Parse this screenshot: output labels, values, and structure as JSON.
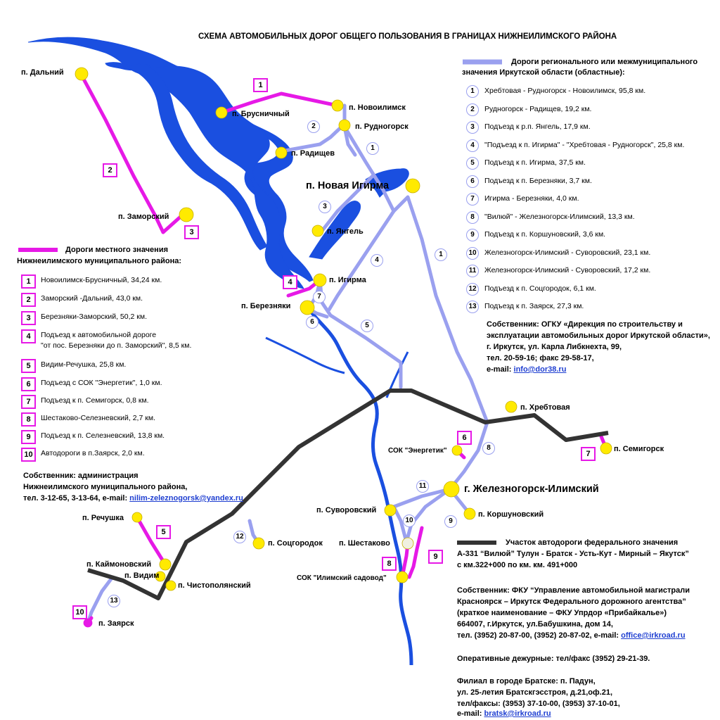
{
  "title": "СХЕМА АВТОМОБИЛЬНЫХ ДОРОГ ОБЩЕГО ПОЛЬЗОВАНИЯ В ГРАНИЦАХ НИЖНЕИЛИМСКОГО РАЙОНА",
  "colors": {
    "water": "#1a4fe0",
    "local_road": "#e619e6",
    "regional_road": "#9aa0ef",
    "federal_road": "#333333",
    "settlement": "#ffea00",
    "link": "#1f3fd1"
  },
  "places": {
    "dalniy": "п. Дальний",
    "brusnichny": "п. Брусничный",
    "novoilimsk": "п. Новоилимск",
    "rudnogorsk": "п. Рудногорск",
    "radishchev": "п. Радищев",
    "novaya_igirma": "п. Новая Игирма",
    "zamorskiy": "п. Заморский",
    "yangel": "п. Янгель",
    "igirma": "п. Игирма",
    "berezniaki": "п. Березняки",
    "khrebtovaya": "п. Хребтовая",
    "semigorsk": "п. Семигорск",
    "sok_energetik": "СОК \"Энергетик\"",
    "zheleznogorsk": "г. Железногорск-Илимский",
    "suvorovskiy": "п. Суворовский",
    "korshunovskiy": "п. Коршуновский",
    "rechushka": "п. Речушка",
    "sotsgorodok": "п. Соцгородок",
    "shestakovo": "п. Шестаково",
    "kaymonovskiy": "п. Каймоновский",
    "vidim": "п. Видим",
    "chistopolyanskiy": "п. Чистополянский",
    "sok_sadovod": "СОК \"Илимский садовод\"",
    "zayarsk": "п. Заярск"
  },
  "regional_legend": {
    "heading": "Дороги регионального или межмуниципального",
    "heading2": "значения Иркутской области (областные):",
    "items": [
      {
        "num": "1",
        "text": "Хребтовая - Рудногорск - Новоилимск, 95,8 км."
      },
      {
        "num": "2",
        "text": "Рудногорск - Радищев, 19,2 км."
      },
      {
        "num": "3",
        "text": "Подъезд к р.п. Янгель, 17,9 км."
      },
      {
        "num": "4",
        "text": "\"Подъезд к п. Игирма\" - \"Хребтовая - Рудногорск\", 25,8 км."
      },
      {
        "num": "5",
        "text": "Подъезд к п. Игирма, 37,5 км."
      },
      {
        "num": "6",
        "text": "Подъезд к п. Березняки, 3,7 км."
      },
      {
        "num": "7",
        "text": "Игирма - Березняки, 4,0 км."
      },
      {
        "num": "8",
        "text": "\"Вилюй\" - Железногорск-Илимский, 13,3 км."
      },
      {
        "num": "9",
        "text": "Подъезд к п. Коршуновский, 3,6 км."
      },
      {
        "num": "10",
        "text": "Железногорск-Илимский - Суворовский, 23,1 км."
      },
      {
        "num": "11",
        "text": "Железногорск-Илимский - Суворовский, 17,2 км."
      },
      {
        "num": "12",
        "text": "Подъезд к п. Соцгородок, 6,1 км."
      },
      {
        "num": "13",
        "text": "Подъезд к п. Заярск, 27,3 км."
      }
    ],
    "owner": [
      "Собственник: ОГКУ «Дирекция по строительству и",
      "эксплуатации автомобильных дорог Иркутской области»,",
      "г. Иркутск, ул. Карла Либкнехта, 99,",
      "тел. 20-59-16; факс 29-58-17,"
    ],
    "email_label": "e-mail: ",
    "email": "info@dor38.ru"
  },
  "local_legend": {
    "heading": "Дороги местного значения",
    "heading2": "Нижнеилимского муниципального района:",
    "items": [
      {
        "num": "1",
        "text": "Новоилимск-Брусничный, 34,24 км."
      },
      {
        "num": "2",
        "text": "Заморский -Дальний, 43,0 км."
      },
      {
        "num": "3",
        "text": "Березняки-Заморский, 50,2 км."
      },
      {
        "num": "4",
        "text": "Подъезд к автомобильной дороге",
        "text2": "\"от пос. Березняки до п. Заморский\", 8,5 км."
      },
      {
        "num": "5",
        "text": "Видим-Речушка, 25,8 км."
      },
      {
        "num": "6",
        "text": "Подъезд с СОК \"Энергетик\", 1,0 км."
      },
      {
        "num": "7",
        "text": "Подъезд к п. Семигорск, 0,8 км."
      },
      {
        "num": "8",
        "text": "Шестаково-Селезневский, 2,7 км."
      },
      {
        "num": "9",
        "text": "Подъезд к п. Селезневский, 13,8 км."
      },
      {
        "num": "10",
        "text": "Автодороги в п.Заярск, 2,0 км."
      }
    ],
    "owner1": "Собственник: администрация",
    "owner2": "Нижнеилимского муниципального района,",
    "owner3": "тел. 3-12-65, 3-13-64, e-mail: ",
    "email": "nilim-zeleznogorsk@yandex.ru"
  },
  "federal_legend": {
    "heading": "Участок автодороги федерального значения",
    "line2": "А-331 “Вилюй” Тулун - Братск - Усть-Кут - Мирный – Якутск”",
    "line3": "с км.322+000 по км. км. 491+000",
    "owner": [
      "Собственник: ФКУ “Управление автомобильной магистрали",
      "Красноярск – Иркутск Федерального дорожного агентства”",
      "(краткое наименование – ФКУ Упрдор «Прибайкалье»)",
      "664007, г.Иркутск, ул.Бабушкина, дом 14,"
    ],
    "phone_label": "тел. (3952) 20-87-00, (3952) 20-87-02, e-mail: ",
    "email": "office@irkroad.ru",
    "duty": "Оперативные дежурные: тел/факс (3952) 29-21-39.",
    "branch": [
      "Филиал в городе Братске: п. Падун,",
      "ул. 25-летия Братскгэсстроя, д.21,оф.21,",
      "тел/факсы: (3953) 37-10-00, (3953) 37-10-01,"
    ],
    "branch_email_label": "e-mail: ",
    "branch_email": "bratsk@irkroad.ru"
  },
  "map_labels": {
    "local": [
      "1",
      "2",
      "3",
      "4",
      "5",
      "6",
      "7",
      "8",
      "9",
      "10"
    ],
    "regional": [
      "1",
      "2",
      "3",
      "4",
      "5",
      "6",
      "7",
      "8",
      "9",
      "10",
      "11",
      "12",
      "13"
    ]
  }
}
